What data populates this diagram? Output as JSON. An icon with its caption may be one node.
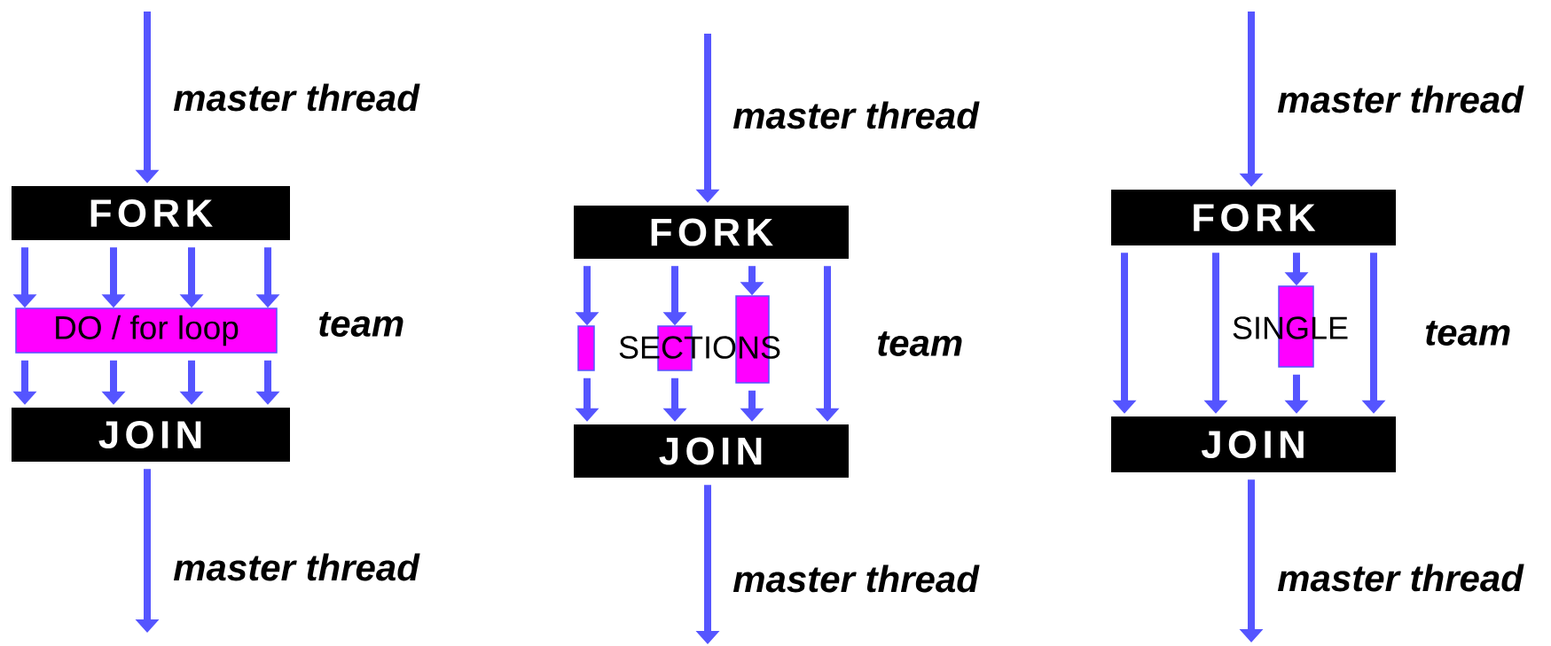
{
  "diagram": {
    "nodes": [
      {
        "text": [
          "FORK"
        ]
      },
      {
        "text": [
          "DO / for  loop"
        ]
      },
      {
        "text": [
          "JOIN"
        ]
      },
      {
        "text": [
          "FORK"
        ]
      },
      {
        "text": [],
        "shape": "box"
      },
      {
        "text": [],
        "shape": "box"
      },
      {
        "text": [],
        "shape": "box"
      },
      {
        "text": [
          "JOIN"
        ]
      },
      {
        "text": [
          "FORK"
        ]
      },
      {
        "text": [],
        "shape": "box"
      },
      {
        "text": [
          "JOIN"
        ]
      }
    ],
    "edges": [
      {
        "from": null,
        "to": 0,
        "arrow": "to",
        "label": "master thread"
      },
      {
        "from": 0,
        "to": 1,
        "arrow": "to"
      },
      {
        "from": 0,
        "to": 1,
        "arrow": "to"
      },
      {
        "from": 0,
        "to": 1,
        "arrow": "to"
      },
      {
        "from": 0,
        "to": 1,
        "arrow": "to"
      },
      {
        "from": 1,
        "to": 2,
        "arrow": "to"
      },
      {
        "from": 1,
        "to": 2,
        "arrow": "to"
      },
      {
        "from": 1,
        "to": 2,
        "arrow": "to"
      },
      {
        "from": 1,
        "to": 2,
        "arrow": "to"
      },
      {
        "from": 2,
        "to": null,
        "arrow": "to",
        "label": "master thread"
      },
      {
        "from": null,
        "to": 3,
        "arrow": "to",
        "label": "master thread"
      },
      {
        "from": 3,
        "to": 4,
        "arrow": "to"
      },
      {
        "from": 3,
        "to": 5,
        "arrow": "to"
      },
      {
        "from": 3,
        "to": 6,
        "arrow": "to"
      },
      {
        "from": 3,
        "to": 7,
        "arrow": "to"
      },
      {
        "from": 4,
        "to": 7,
        "arrow": "to"
      },
      {
        "from": 5,
        "to": 7,
        "arrow": "to"
      },
      {
        "from": 6,
        "to": 7,
        "arrow": "to"
      },
      {
        "from": 7,
        "to": null,
        "arrow": "to",
        "label": "master thread"
      },
      {
        "from": null,
        "to": 8,
        "arrow": "to",
        "label": "master thread"
      },
      {
        "from": 8,
        "to": 10,
        "arrow": "to"
      },
      {
        "from": 8,
        "to": 10,
        "arrow": "to"
      },
      {
        "from": 8,
        "to": 9,
        "arrow": "to"
      },
      {
        "from": 9,
        "to": 10,
        "arrow": "to"
      },
      {
        "from": 8,
        "to": 10,
        "arrow": "to"
      },
      {
        "from": 10,
        "to": null,
        "arrow": "to",
        "label": "master thread"
      }
    ],
    "labels": [
      "team",
      "SECTIONS",
      "team",
      "SINGLE",
      "team"
    ]
  }
}
